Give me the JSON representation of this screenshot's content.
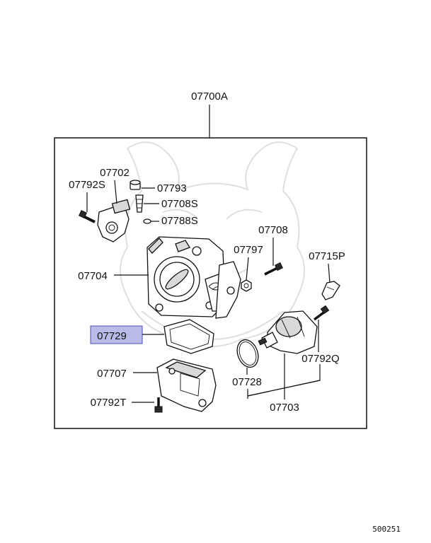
{
  "diagram": {
    "assembly_label": "07700A",
    "parts": [
      {
        "id": "p07702",
        "label": "07702"
      },
      {
        "id": "p07792S",
        "label": "07792S"
      },
      {
        "id": "p07793",
        "label": "07793"
      },
      {
        "id": "p07708S",
        "label": "07708S"
      },
      {
        "id": "p07788S",
        "label": "07788S"
      },
      {
        "id": "p07708",
        "label": "07708"
      },
      {
        "id": "p07797",
        "label": "07797"
      },
      {
        "id": "p07715P",
        "label": "07715P"
      },
      {
        "id": "p07704",
        "label": "07704"
      },
      {
        "id": "p07729",
        "label": "07729",
        "selected": true
      },
      {
        "id": "p07792Q",
        "label": "07792Q"
      },
      {
        "id": "p07707",
        "label": "07707"
      },
      {
        "id": "p07728",
        "label": "07728"
      },
      {
        "id": "p07792T",
        "label": "07792T"
      },
      {
        "id": "p07703",
        "label": "07703"
      }
    ],
    "reference_number": "500251",
    "highlight_color": "#b8bce6",
    "highlight_border": "#4a52b8"
  }
}
